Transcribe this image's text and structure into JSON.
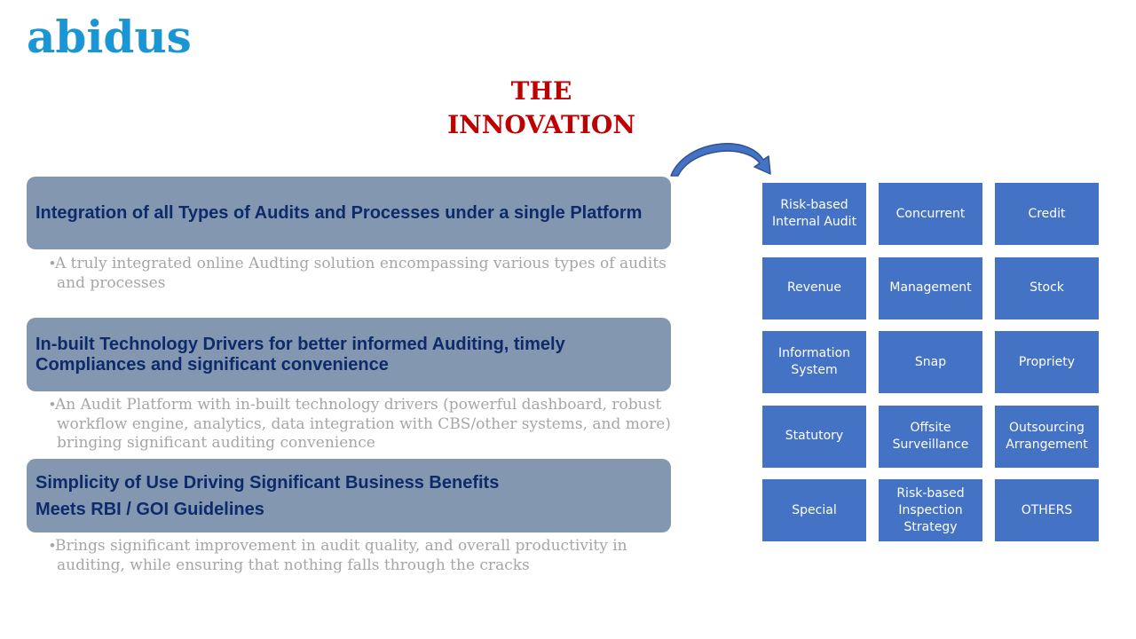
{
  "logo": {
    "text": "abidus"
  },
  "title": {
    "line1": "THE",
    "line2": "INNOVATION"
  },
  "sections": [
    {
      "heading": "Integration of all Types of Audits and Processes under a single Platform",
      "bullet": "A truly integrated online Audting solution encompassing various types of audits and processes"
    },
    {
      "heading": "In-built Technology Drivers for better informed Auditing, timely Compliances and significant convenience",
      "bullet": "An Audit Platform with in-built technology drivers (powerful dashboard, robust workflow engine, analytics, data integration with CBS/other systems, and more) bringing significant auditing convenience"
    },
    {
      "heading": "Simplicity of Use Driving Significant Business Benefits",
      "heading2": "Meets RBI / GOI Guidelines",
      "bullet": "Brings significant improvement in audit quality, and overall productivity in auditing, while ensuring that nothing falls through the cracks"
    }
  ],
  "bullet_char": "•",
  "audit_types": [
    "Risk-based Internal Audit",
    "Concurrent",
    "Credit",
    "Revenue",
    "Management",
    "Stock",
    "Information System",
    "Snap",
    "Propriety",
    "Statutory",
    "Offsite Surveillance",
    "Outsourcing Arrangement",
    "Special",
    "Risk-based Inspection Strategy",
    "OTHERS"
  ],
  "colors": {
    "logo": "#1a96d4",
    "title": "#c00000",
    "heading_box": "#8497b0",
    "heading_text": "#0d2a6b",
    "bullet_text": "#a6a6a6",
    "grid_cell": "#4472c4"
  }
}
